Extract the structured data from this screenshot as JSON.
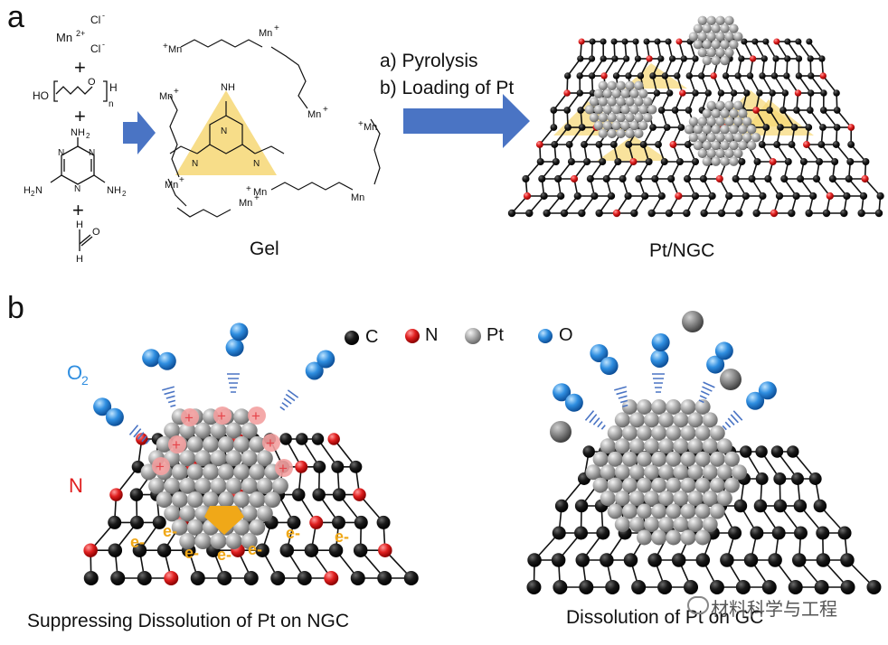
{
  "panel_a": {
    "letter": "a",
    "reactants": {
      "metal": "Mn",
      "metal_charge": "2+",
      "chloride_1": "Cl",
      "chloride_2": "Cl",
      "chloride_charge": "-",
      "plus": "+",
      "peg_left": "HO",
      "peg_right": "H",
      "peg_n": "n",
      "nh2": "NH",
      "nh2_sub": "2",
      "ring_n": "N",
      "h": "H",
      "o": "O"
    },
    "gel_label": "Gel",
    "step_a": "a) Pyrolysis",
    "step_b": "b) Loading of Pt",
    "product_label": "Pt/NGC"
  },
  "panel_b": {
    "letter": "b",
    "legend": [
      {
        "label": "C",
        "color": "#151515"
      },
      {
        "label": "N",
        "color": "#e02020"
      },
      {
        "label": "Pt",
        "color": "#9a9a9a"
      },
      {
        "label": "O",
        "color": "#2f8ee0"
      }
    ],
    "o2_label": "O",
    "o2_sub": "2",
    "n_label": "N",
    "electron_label": "e",
    "electron_charge": "-",
    "plus_sign": "+",
    "caption_left": "Suppressing Dissolution of Pt on NGC",
    "caption_right": "Dissolution of Pt on GC"
  },
  "watermark": "材料科学与工程",
  "colors": {
    "arrow_blue": "#4a74c4",
    "triazine_yellow": "#f6d774",
    "electron_orange": "#f0a818",
    "plus_red": "#e6444a",
    "o2_blue": "#2f8ee0"
  }
}
